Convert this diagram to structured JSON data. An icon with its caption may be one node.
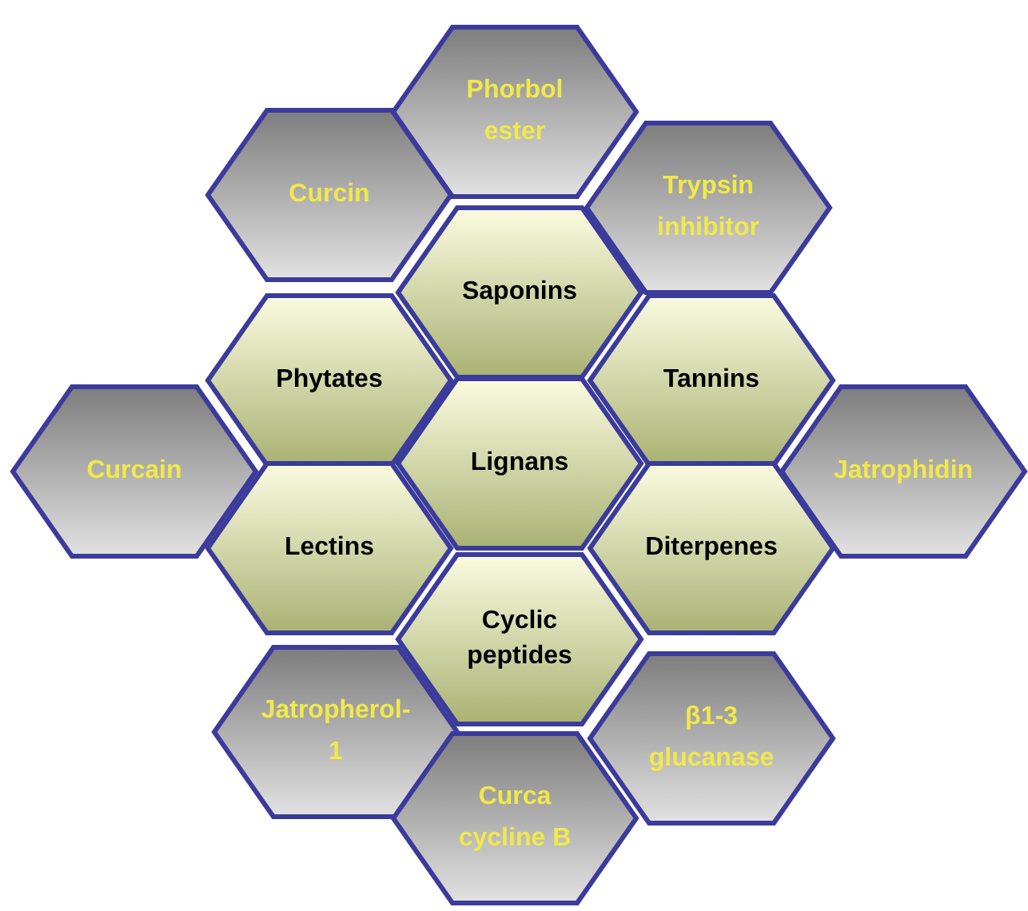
{
  "diagram": {
    "nodes": [
      {
        "text": [
          "Phorbol ester"
        ]
      },
      {
        "text": [
          "Curcin"
        ]
      },
      {
        "text": [
          "Trypsin inhibitor"
        ]
      },
      {
        "text": [
          "Saponins"
        ]
      },
      {
        "text": [
          "Phytates"
        ]
      },
      {
        "text": [
          "Tannins"
        ]
      },
      {
        "text": [
          "Curcain"
        ]
      },
      {
        "text": [
          "Lignans"
        ]
      },
      {
        "text": [
          "Jatrophidin"
        ]
      },
      {
        "text": [
          "Lectins"
        ]
      },
      {
        "text": [
          "Diterpenes"
        ]
      },
      {
        "text": [
          "Cyclic peptides"
        ]
      },
      {
        "text": [
          "Jatropherol-1"
        ]
      },
      {
        "text": [
          "β1-3 glucanase"
        ]
      },
      {
        "text": [
          "Curca cycline B"
        ]
      }
    ],
    "edges": []
  }
}
